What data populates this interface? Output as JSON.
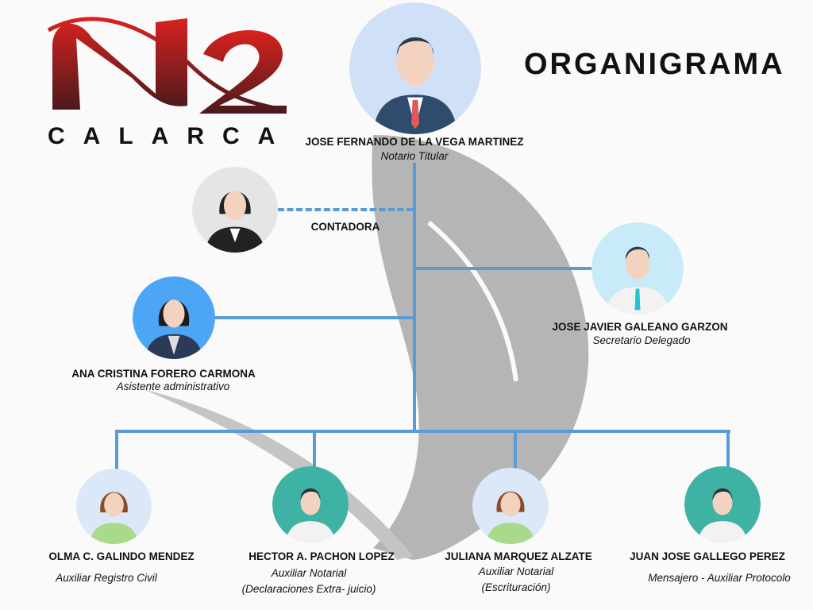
{
  "logo": {
    "text": "N2",
    "subtitle": "CALARCA"
  },
  "title": "ORGANIGRAMA",
  "colors": {
    "line": "#5b9bd5",
    "logo_red": "#a01e22",
    "watermark": "#b5b5b5"
  },
  "top": {
    "name": "JOSE FERNANDO DE LA VEGA MARTINEZ",
    "role": "Notario Titular"
  },
  "contadora": {
    "label": "CONTADORA"
  },
  "secretario": {
    "name": "JOSE JAVIER GALEANO GARZON",
    "role": "Secretario Delegado"
  },
  "asistente": {
    "name": "ANA CRISTINA FORERO CARMONA",
    "role": "Asistente administrativo"
  },
  "staff": [
    {
      "name": "OLMA C. GALINDO MENDEZ",
      "role": "Auxiliar Registro Civil",
      "role2": ""
    },
    {
      "name": "HECTOR A. PACHON LOPEZ",
      "role": "Auxiliar Notarial",
      "role2": "(Declaraciones Extra- juicio)"
    },
    {
      "name": "JULIANA MARQUEZ ALZATE",
      "role": "Auxiliar Notarial",
      "role2": "(Escrituración)"
    },
    {
      "name": "JUAN JOSE GALLEGO PEREZ",
      "role": "Mensajero - Auxiliar Protocolo",
      "role2": ""
    }
  ]
}
